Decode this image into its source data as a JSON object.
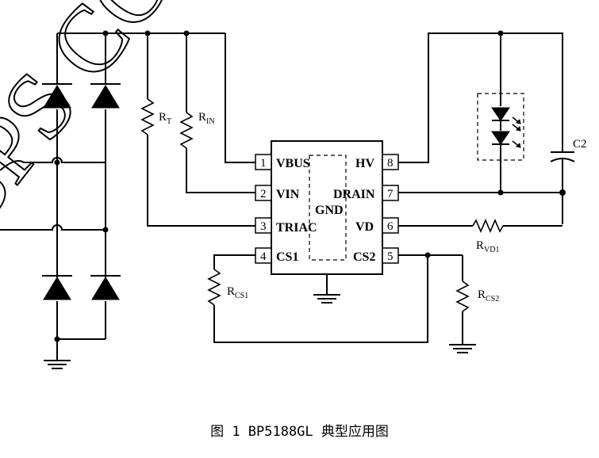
{
  "watermark": "BPS CON",
  "chip": {
    "center_label": "GND",
    "pins": [
      {
        "num": "1",
        "name": "VBUS"
      },
      {
        "num": "2",
        "name": "VIN"
      },
      {
        "num": "3",
        "name": "TRIAC"
      },
      {
        "num": "4",
        "name": "CS1"
      },
      {
        "num": "5",
        "name": "CS2"
      },
      {
        "num": "6",
        "name": "VD"
      },
      {
        "num": "7",
        "name": "DRAIN"
      },
      {
        "num": "8",
        "name": "HV"
      }
    ]
  },
  "components": {
    "rt": {
      "main": "R",
      "sub": "T"
    },
    "rin": {
      "main": "R",
      "sub": "IN"
    },
    "rcs1": {
      "main": "R",
      "sub": "CS1"
    },
    "rcs2": {
      "main": "R",
      "sub": "CS2"
    },
    "rvd1": {
      "main": "R",
      "sub": "VD1"
    },
    "c2": "C2"
  },
  "caption": "图 1 BP5188GL 典型应用图"
}
